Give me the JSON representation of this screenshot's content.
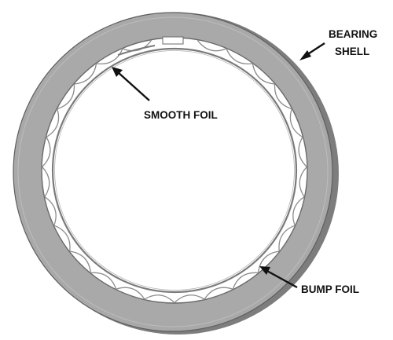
{
  "labels": {
    "bearing_shell_line1": "BEARING",
    "bearing_shell_line2": "SHELL",
    "smooth_foil": "SMOOTH FOIL",
    "bump_foil": "BUMP FOIL"
  },
  "colors": {
    "shell_face": "#a9a9a9",
    "shell_side": "#7d7d7d",
    "shell_edge": "#5e5e5e",
    "foil": "#8c8c8c",
    "arrow": "#111111"
  }
}
